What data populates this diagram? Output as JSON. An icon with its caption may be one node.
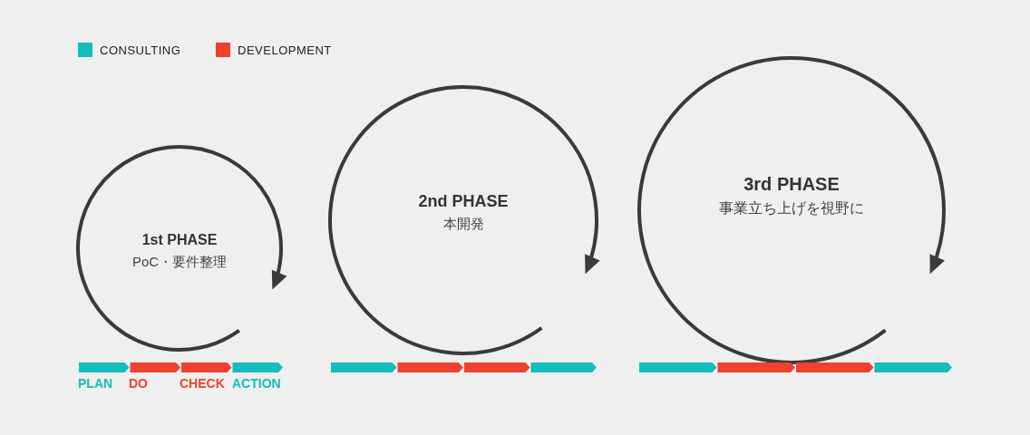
{
  "diagram": {
    "nodes": [
      {
        "text": [
          "1st PHASE",
          "PoC・要件整理"
        ]
      },
      {
        "text": [
          "2nd PHASE",
          "本開発"
        ]
      },
      {
        "text": [
          "3rd PHASE",
          "事業立ち上げを視野に"
        ]
      }
    ],
    "edges": [],
    "labels": [
      "PLAN",
      "DO",
      "CHECK",
      "ACTION"
    ],
    "legend": [
      {
        "text": "CONSULTING",
        "color": "#14bdbd"
      },
      {
        "text": "DEVELOPMENT",
        "color": "#ee4130"
      }
    ]
  }
}
